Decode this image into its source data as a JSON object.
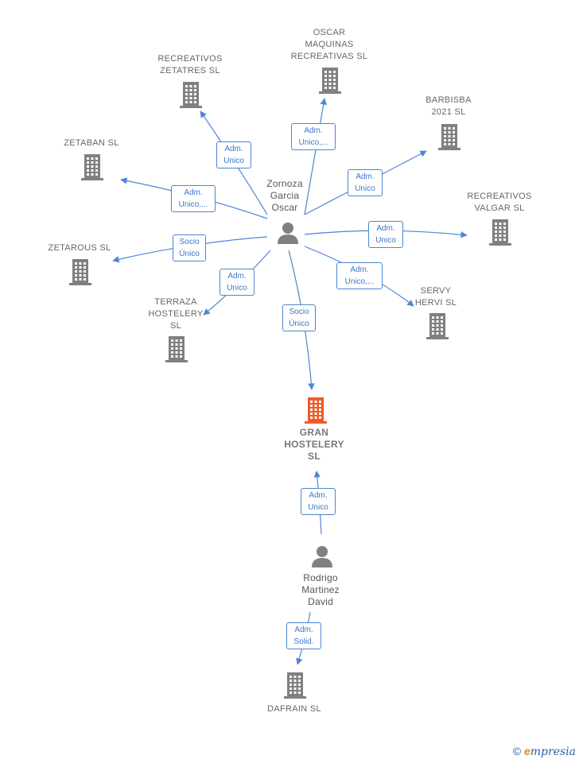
{
  "colors": {
    "edge": "#4a86d4",
    "node": "#808080",
    "highlight": "#f05a28"
  },
  "persons": [
    {
      "id": "zornoza",
      "label": "Zornoza\nGarcia\nOscar"
    },
    {
      "id": "rodrigo",
      "label": "Rodrigo\nMartinez\nDavid"
    }
  ],
  "companies": [
    {
      "id": "oscar_maq",
      "label": "OSCAR\nMAQUINAS\nRECREATIVAS SL"
    },
    {
      "id": "zetatres",
      "label": "RECREATIVOS\nZETATRES SL"
    },
    {
      "id": "barbisba",
      "label": "BARBISBA\n2021 SL"
    },
    {
      "id": "zetaban",
      "label": "ZETABAN SL"
    },
    {
      "id": "valgar",
      "label": "RECREATIVOS\nVALGAR SL"
    },
    {
      "id": "zetarous",
      "label": "ZETAROUS SL"
    },
    {
      "id": "terraza",
      "label": "TERRAZA\nHOSTELERY\nSL"
    },
    {
      "id": "servy",
      "label": "SERVY\nHERVI SL"
    },
    {
      "id": "gran",
      "label": "GRAN\nHOSTELERY\nSL",
      "highlight": true
    },
    {
      "id": "dafrain",
      "label": "DAFRAIN SL"
    }
  ],
  "relations": [
    {
      "from": "zornoza",
      "to": "oscar_maq",
      "label": "Adm.\nUnico,..."
    },
    {
      "from": "zornoza",
      "to": "zetatres",
      "label": "Adm.\nUnico"
    },
    {
      "from": "zornoza",
      "to": "barbisba",
      "label": "Adm.\nUnico"
    },
    {
      "from": "zornoza",
      "to": "zetaban",
      "label": "Adm.\nUnico,..."
    },
    {
      "from": "zornoza",
      "to": "valgar",
      "label": "Adm.\nUnico"
    },
    {
      "from": "zornoza",
      "to": "zetarous",
      "label": "Socio\nÚnico"
    },
    {
      "from": "zornoza",
      "to": "terraza",
      "label": "Adm.\nUnico"
    },
    {
      "from": "zornoza",
      "to": "servy",
      "label": "Adm.\nUnico,..."
    },
    {
      "from": "zornoza",
      "to": "gran",
      "label": "Socio\nÚnico"
    },
    {
      "from": "rodrigo",
      "to": "gran",
      "label": "Adm.\nUnico"
    },
    {
      "from": "rodrigo",
      "to": "dafrain",
      "label": "Adm.\nSolid."
    }
  ],
  "footer": {
    "copyright": "©",
    "brand_initial": "e",
    "brand_rest": "mpresia"
  }
}
